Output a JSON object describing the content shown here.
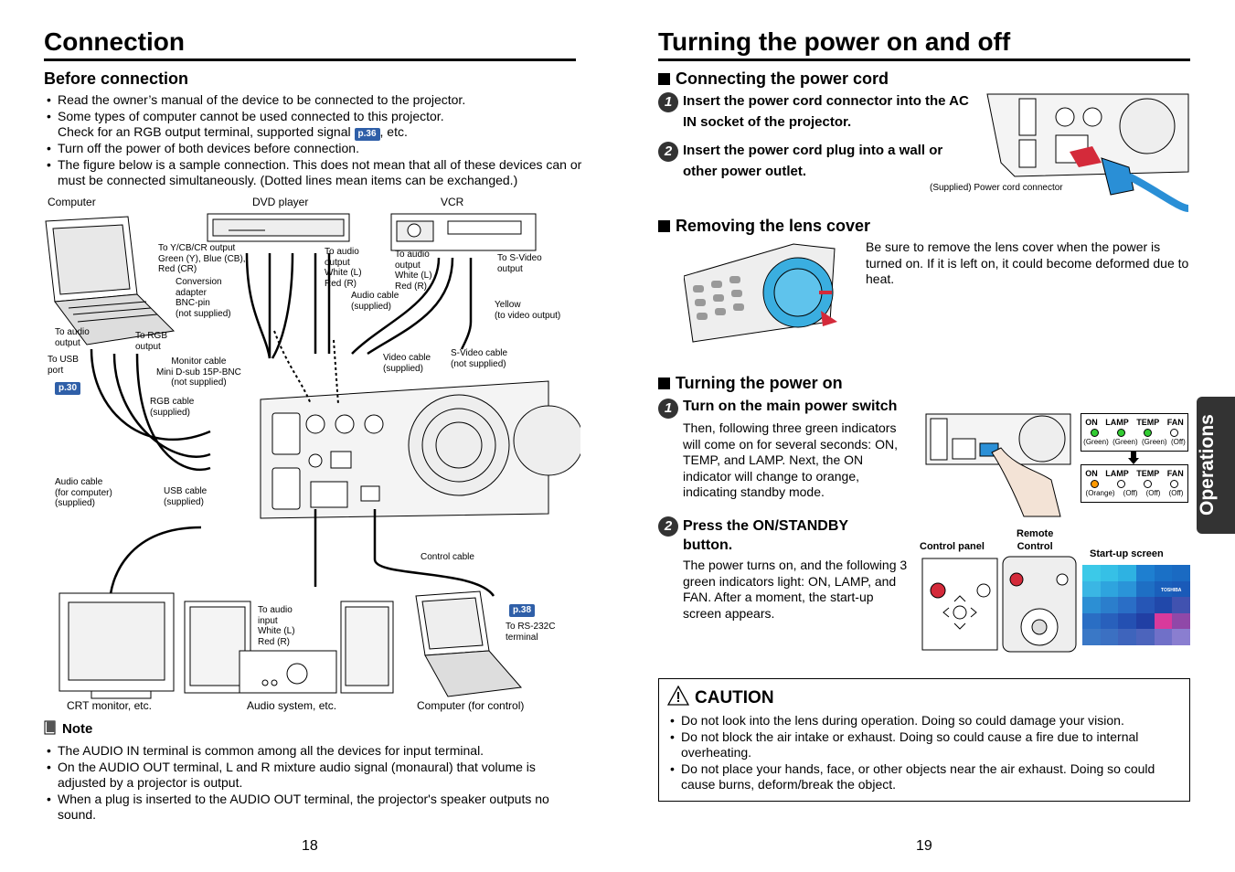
{
  "left": {
    "title": "Connection",
    "before": {
      "heading": "Before connection",
      "b1": "Read the owner’s manual of the device to be connected to the projector.",
      "b2a": "Some types of computer cannot be used connected to this projector.",
      "b2b": "Check for an RGB output terminal, supported signal",
      "b2ref": "p.36",
      "b2c": ", etc.",
      "b3": "Turn off the power of both devices before connection.",
      "b4": "The figure below is a sample connection. This does not mean that all of these devices can or must be connected simultaneously. (Dotted lines mean items can be exchanged.)"
    },
    "diagram": {
      "computer": "Computer",
      "dvd": "DVD player",
      "vcr": "VCR",
      "ycbcr": "To Y/CB/CR output\nGreen (Y), Blue (CB),\nRed (CR)",
      "audio_out_dvd": "To audio\noutput\nWhite (L)\nRed (R)",
      "audio_out_vcr": "To audio\noutput\nWhite (L)\nRed (R)",
      "svideo_out": "To S-Video\noutput",
      "conv": "Conversion\nadapter\nBNC-pin\n(not supplied)",
      "audio_cable_supplied": "Audio cable\n(supplied)",
      "yellow": "Yellow\n(to video output)",
      "to_audio_out": "To audio\noutput",
      "to_rgb": "To RGB\noutput",
      "to_usb": "To USB\nport",
      "p30": "p.30",
      "monitor_cable": "Monitor cable\nMini D-sub 15P-BNC\n(not supplied)",
      "video_cable": "Video cable\n(supplied)",
      "svideo_cable": "S-Video cable\n(not supplied)",
      "rgb_cable": "RGB cable\n(supplied)",
      "audio_cable_comp": "Audio cable\n(for computer)\n(supplied)",
      "usb_cable": "USB cable\n(supplied)",
      "control_cable": "Control cable",
      "p38": "p.38",
      "rs232": "To RS-232C\nterminal",
      "audio_in": "To audio\ninput\nWhite (L)\nRed (R)",
      "crt": "CRT monitor, etc.",
      "audio_sys": "Audio system, etc.",
      "comp_ctrl": "Computer (for control)"
    },
    "note": {
      "heading": "Note",
      "n1": "The AUDIO IN terminal is common among all the devices for input terminal.",
      "n2": "On the AUDIO OUT terminal, L and R mixture audio signal (monaural) that volume is adjusted by a projector is output.",
      "n3": "When a plug is inserted to the AUDIO OUT terminal, the projector's speaker outputs no sound."
    },
    "page": "18"
  },
  "right": {
    "title": "Turning the power on and off",
    "power_cord": {
      "heading": "Connecting the power cord",
      "s1num": "1",
      "s1": "Insert the power cord connector into the AC IN socket of the projector.",
      "s2num": "2",
      "s2": "Insert the power cord plug into a wall or other power outlet.",
      "caption": "(Supplied) Power cord connector"
    },
    "lens": {
      "heading": "Removing the lens cover",
      "text": "Be sure to remove the lens cover when the power is turned on. If it is left on, it could become deformed due to heat."
    },
    "power_on": {
      "heading": "Turning the power on",
      "s1num": "1",
      "s1": "Turn on the main power switch",
      "s1body": "Then, following three green indicators will come on for several seconds: ON, TEMP, and LAMP. Next, the ON indicator will change to orange, indicating standby mode.",
      "s2num": "2",
      "s2": "Press the ON/STANDBY button.",
      "s2body": "The power turns on, and the following 3 green indicators light: ON, LAMP, and FAN. After a moment, the start-up screen appears.",
      "ind_headers": [
        "ON",
        "LAMP",
        "TEMP",
        "FAN"
      ],
      "ind_row1": [
        "(Green)",
        "(Green)",
        "(Green)",
        "(Off)"
      ],
      "ind_row2": [
        "(Orange)",
        "(Off)",
        "(Off)",
        "(Off)"
      ],
      "control_panel": "Control panel",
      "remote": "Remote\nControl",
      "startup": "Start-up screen",
      "brand": "TOSHIBA"
    },
    "caution": {
      "heading": "CAUTION",
      "c1": "Do not look into the lens during operation. Doing so could damage your vision.",
      "c2": "Do not block the air intake or exhaust. Doing so could cause a fire due to internal overheating.",
      "c3": "Do not place your hands, face, or other objects near the air exhaust. Doing so could cause burns, deform/break the object."
    },
    "tab": "Operations",
    "page": "19"
  }
}
